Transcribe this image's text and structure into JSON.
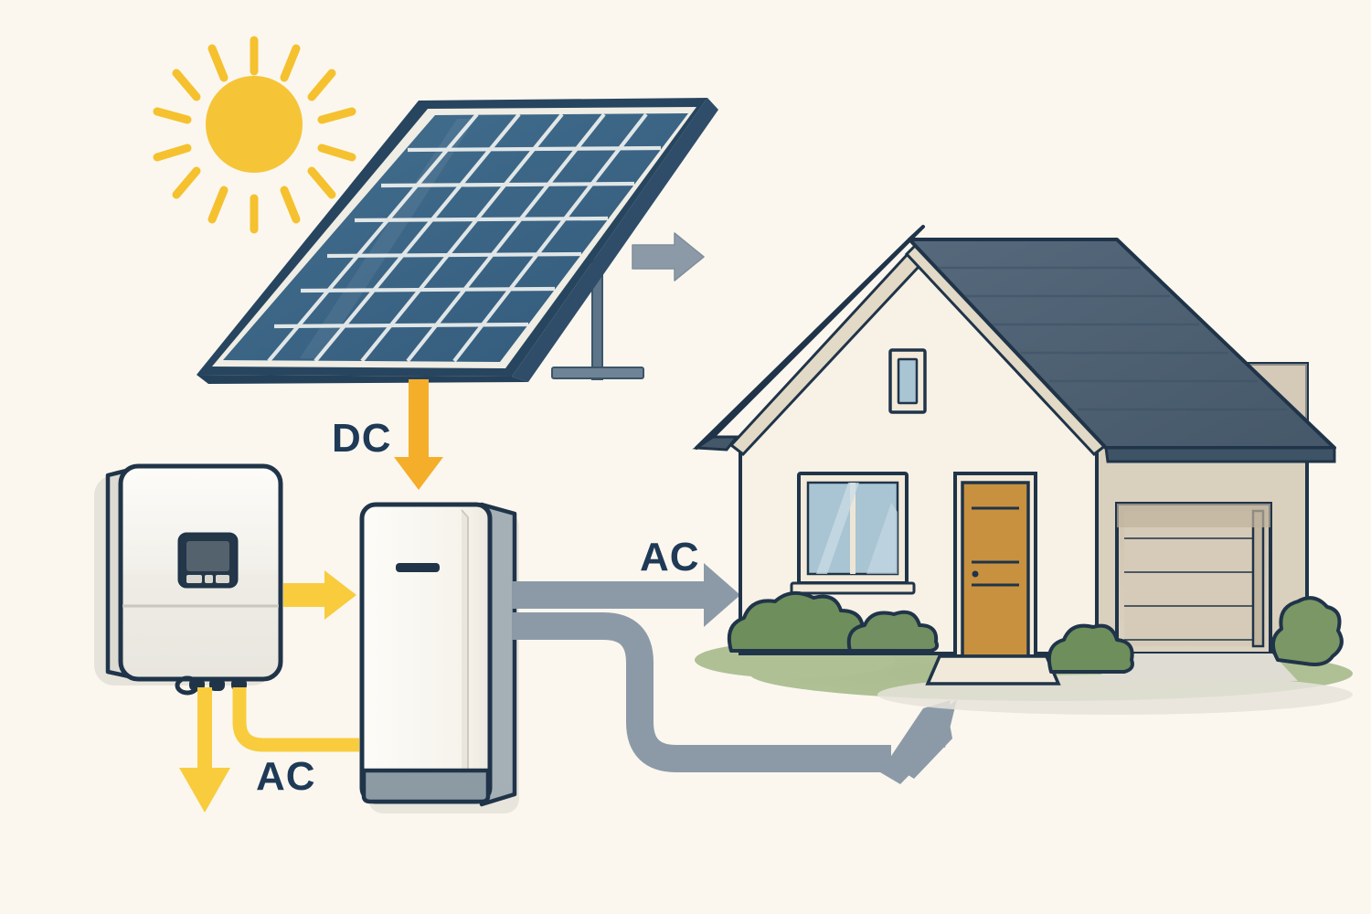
{
  "diagram": {
    "title": "Residential solar PV with inverter, battery storage and home AC supply",
    "background_color": "#FBF7EF"
  },
  "labels": {
    "dc": "DC",
    "ac_to_house": "AC",
    "ac_from_inverter": "AC"
  },
  "components": {
    "sun": {
      "name": "sun",
      "body_color": "#F6C437",
      "ray_color": "#F5C12E",
      "ray_count": 12
    },
    "solar_panel": {
      "name": "solar-panel",
      "cell_color": "#3C6789",
      "frame_color": "#274763",
      "grid_line_color": "#F2F4F2",
      "columns": 6,
      "rows": 7,
      "mount_color": "#6E8396"
    },
    "inverter": {
      "name": "inverter",
      "body_color": "#F4F3EF",
      "outline_color": "#203449",
      "screen_color": "#4F5E6B",
      "cable_color": "#F8CC3D"
    },
    "battery": {
      "name": "battery-storage-cabinet",
      "body_color": "#FAF8F3",
      "outline_color": "#203449",
      "base_color": "#8C9AA3",
      "handle_color": "#203449"
    },
    "house": {
      "name": "house",
      "wall_color": "#F4EDE0",
      "gable_color": "#F7F1E6",
      "roof_color": "#4E6275",
      "outline_color": "#203449",
      "door_color": "#C8913F",
      "window_glass_color": "#A9C4D2",
      "garage_door_color": "#D6CBB8",
      "bush_color": "#6E8E5C",
      "lawn_color": "#A7B98C"
    },
    "arrows": {
      "dc_arrow_color": "#F5AE2A",
      "ac_arrow_color": "#F8CC3D",
      "gray_arrow_color": "#8C9AA8"
    }
  },
  "flow": [
    {
      "from": "sun",
      "to": "solar-panel",
      "kind": "irradiance"
    },
    {
      "from": "solar-panel",
      "to": "battery-storage-cabinet",
      "label": "DC",
      "color": "#F5AE2A"
    },
    {
      "from": "solar-panel",
      "to": "right",
      "label": "",
      "color": "#8C9AA8"
    },
    {
      "from": "inverter",
      "to": "battery-storage-cabinet",
      "label": "",
      "color": "#F8CC3D"
    },
    {
      "from": "inverter",
      "to": "down",
      "label": "AC",
      "color": "#F8CC3D"
    },
    {
      "from": "battery-storage-cabinet",
      "to": "house",
      "label": "AC",
      "color": "#8C9AA8"
    },
    {
      "from": "battery-storage-cabinet",
      "to": "house-ground",
      "label": "",
      "color": "#8C9AA8"
    }
  ]
}
